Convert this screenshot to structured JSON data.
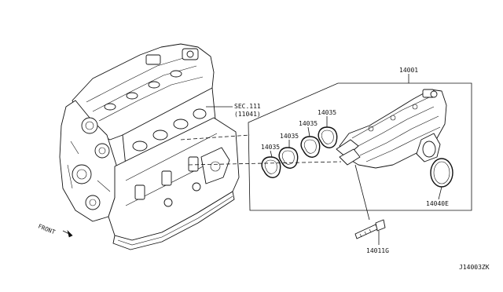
{
  "labels": {
    "sec_ref_line1": "SEC.111",
    "sec_ref_line2": "(11041)",
    "intake_manifold": "14001",
    "gasket_1": "14035",
    "gasket_2": "14035",
    "gasket_3": "14035",
    "gasket_4": "14035",
    "gasket_large": "14040E",
    "bolt": "14011G",
    "front": "FRONT",
    "diagram_code": "J14003ZK"
  }
}
